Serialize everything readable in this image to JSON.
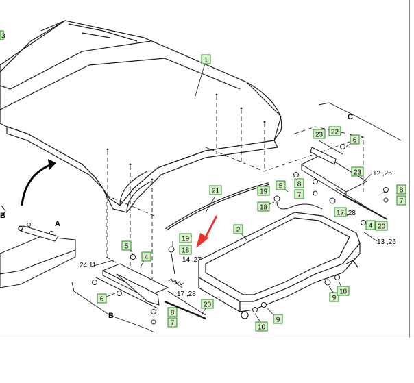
{
  "callouts": {
    "c1": "1",
    "c2": "2",
    "c4a": "4",
    "c4b": "4",
    "c5a": "5",
    "c5b": "5",
    "c6a": "6",
    "c6b": "6",
    "c7a": "7",
    "c7b": "7",
    "c7c": "7",
    "c8a": "8",
    "c8b": "8",
    "c8c": "8",
    "c9a": "9",
    "c9b": "9",
    "c10a": "10",
    "c10b": "10",
    "c17": "17",
    "c18a": "18",
    "c18b": "18",
    "c19a": "19",
    "c19b": "19",
    "c20a": "20",
    "c20b": "20",
    "c21": "21",
    "c22": "22",
    "c23a": "23",
    "c23b": "23",
    "c3": "3"
  },
  "text_labels": {
    "l1225": "12 ,25",
    "l1326": "13 ,26",
    "l2411": "24,11",
    "l1427": "14 ,27",
    "l1728": "17 ,28",
    "l28": ",28",
    "lB1": "B",
    "lB2": "B",
    "lC1": "C",
    "lC2": "C",
    "lA": "A"
  },
  "colors": {
    "callout_fill": "#d8f0c8",
    "callout_border": "#2a8a2a",
    "pointer": "#e8322c",
    "line": "#1a1a1a"
  }
}
